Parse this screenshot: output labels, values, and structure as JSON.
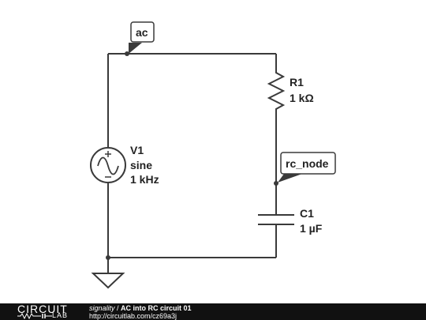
{
  "nodes": {
    "ac": "ac",
    "rc_node": "rc_node"
  },
  "components": {
    "v1": {
      "name": "V1",
      "type": "sine",
      "freq": "1 kHz"
    },
    "r1": {
      "name": "R1",
      "value": "1 kΩ"
    },
    "c1": {
      "name": "C1",
      "value": "1 µF"
    }
  },
  "footer": {
    "logo_top": "CIRCUIT",
    "logo_bottom": "LAB",
    "user": "signality",
    "separator": " / ",
    "title": "AC into RC circuit 01",
    "url": "http://circuitlab.com/cz69a3j"
  }
}
